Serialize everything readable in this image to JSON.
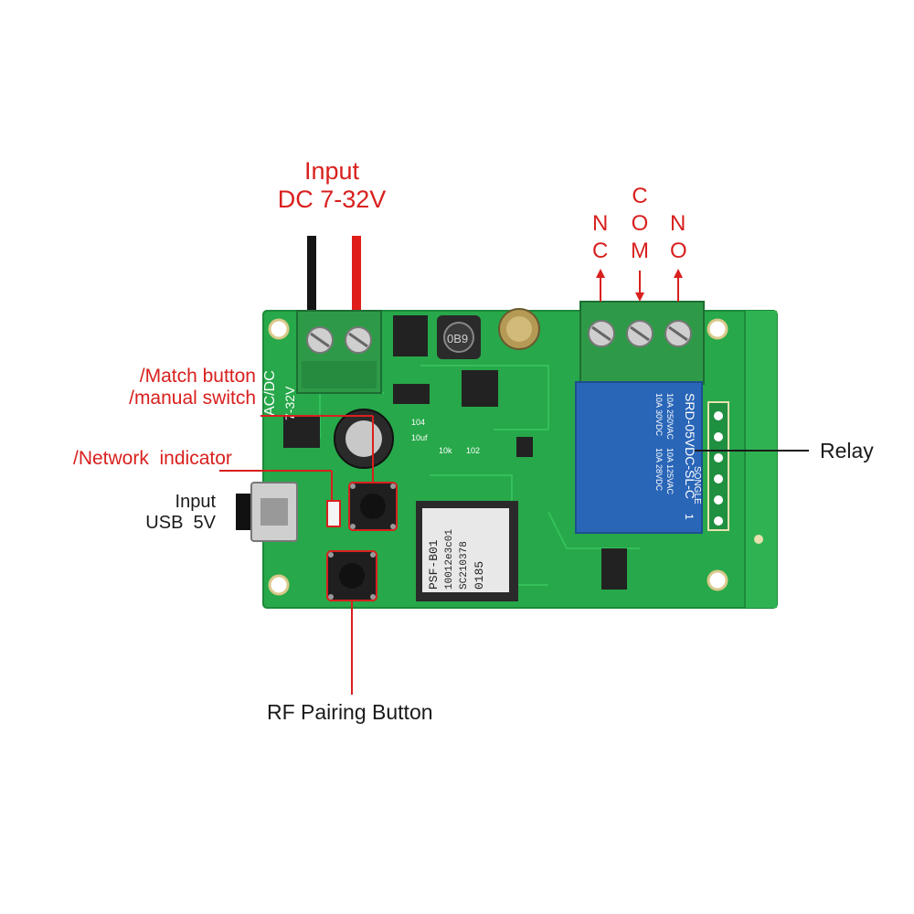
{
  "labels": {
    "input_dc_line1": "Input",
    "input_dc_line2": "DC 7-32V",
    "nc": "NC",
    "com": "COM",
    "no": "NO",
    "match_button_line1": "/Match button",
    "match_button_line2": "/manual switch",
    "network_indicator": "/Network  indicator",
    "input_usb_line1": "Input",
    "input_usb_line2": "USB  5V",
    "relay": "Relay",
    "rf_pairing_button": "RF Pairing Button"
  },
  "board": {
    "silkscreen_power": "AC/DC",
    "silkscreen_voltage": "7-32V",
    "inductor": "0B9",
    "resistor_104": "104",
    "cap_10uf": "10uf",
    "res_10k": "10k",
    "res_102": "102",
    "relay_text": {
      "line1": "10A 250VAC",
      "line2": "10A 30VDC",
      "line3": "10A 125VAC",
      "line4": "10A 28VDC",
      "model": "SRD-05VDC-SL-C",
      "brand": "SONGLE",
      "pin": "1"
    },
    "module_text": {
      "line1": "PSF-B01",
      "line2": "10012e3c01",
      "line3": "SC210378",
      "line4": "0185"
    }
  },
  "colors": {
    "pcb": "#27a84a",
    "pcb_dark": "#1d8a3a",
    "label_red": "#d8201e",
    "relay_blue": "#2a66b8",
    "terminal_green": "#2e9a48"
  }
}
